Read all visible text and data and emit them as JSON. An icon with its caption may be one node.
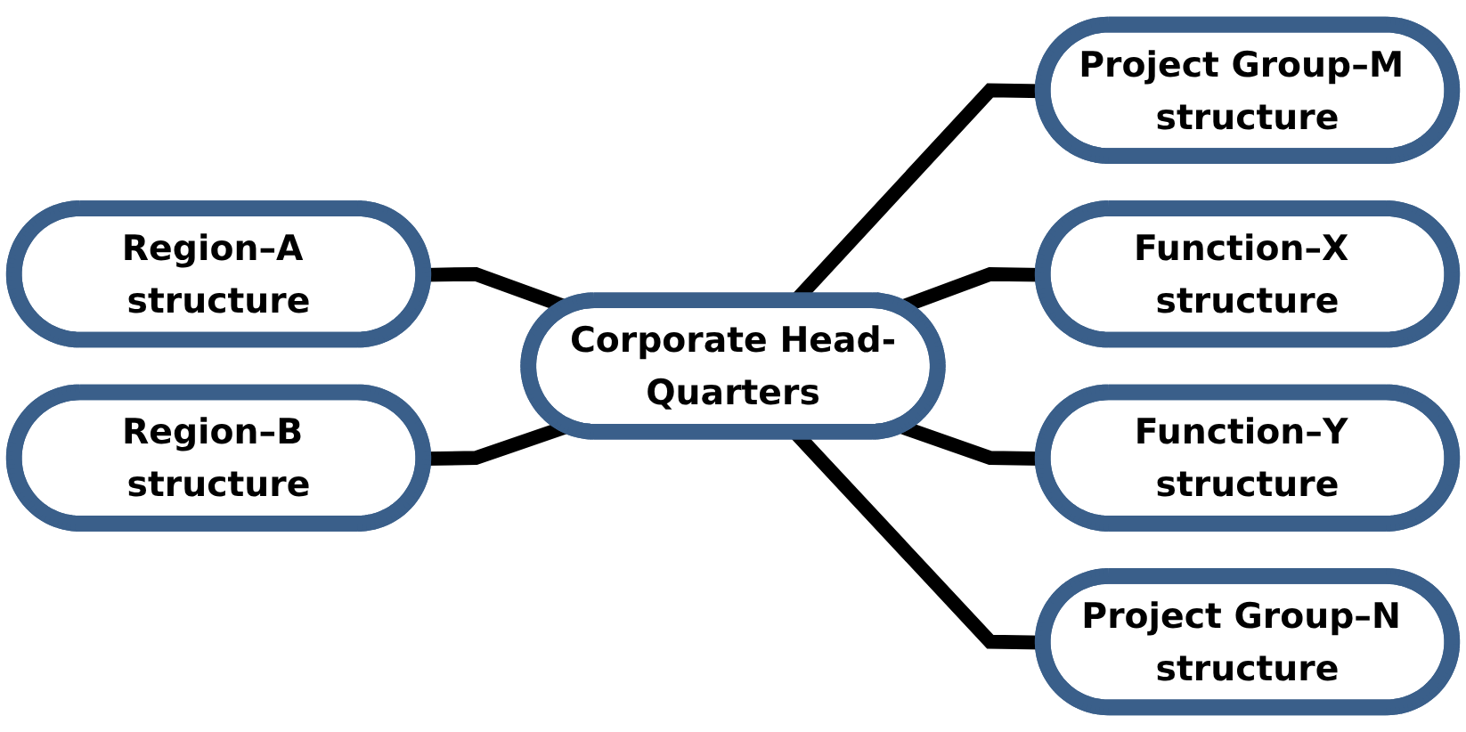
{
  "diagram": {
    "nodes": [
      {
        "text": [
          "Project Group–M structure"
        ]
      },
      {
        "text": [
          "Region–A structure"
        ]
      },
      {
        "text": [
          "Function–X structure"
        ]
      },
      {
        "text": [
          "Corporate Head-Quarters"
        ]
      },
      {
        "text": [
          "Function–Y structure"
        ]
      },
      {
        "text": [
          "Region–B structure"
        ]
      },
      {
        "text": [
          "Project Group–N structure"
        ]
      }
    ],
    "edges": [
      {
        "from": 3,
        "to": 0,
        "arrow": "none"
      },
      {
        "from": 1,
        "to": 3,
        "arrow": "none"
      },
      {
        "from": 3,
        "to": 2,
        "arrow": "none"
      },
      {
        "from": 3,
        "to": 4,
        "arrow": "none"
      },
      {
        "from": 5,
        "to": 3,
        "arrow": "none"
      },
      {
        "from": 3,
        "to": 6,
        "arrow": "none"
      }
    ]
  }
}
